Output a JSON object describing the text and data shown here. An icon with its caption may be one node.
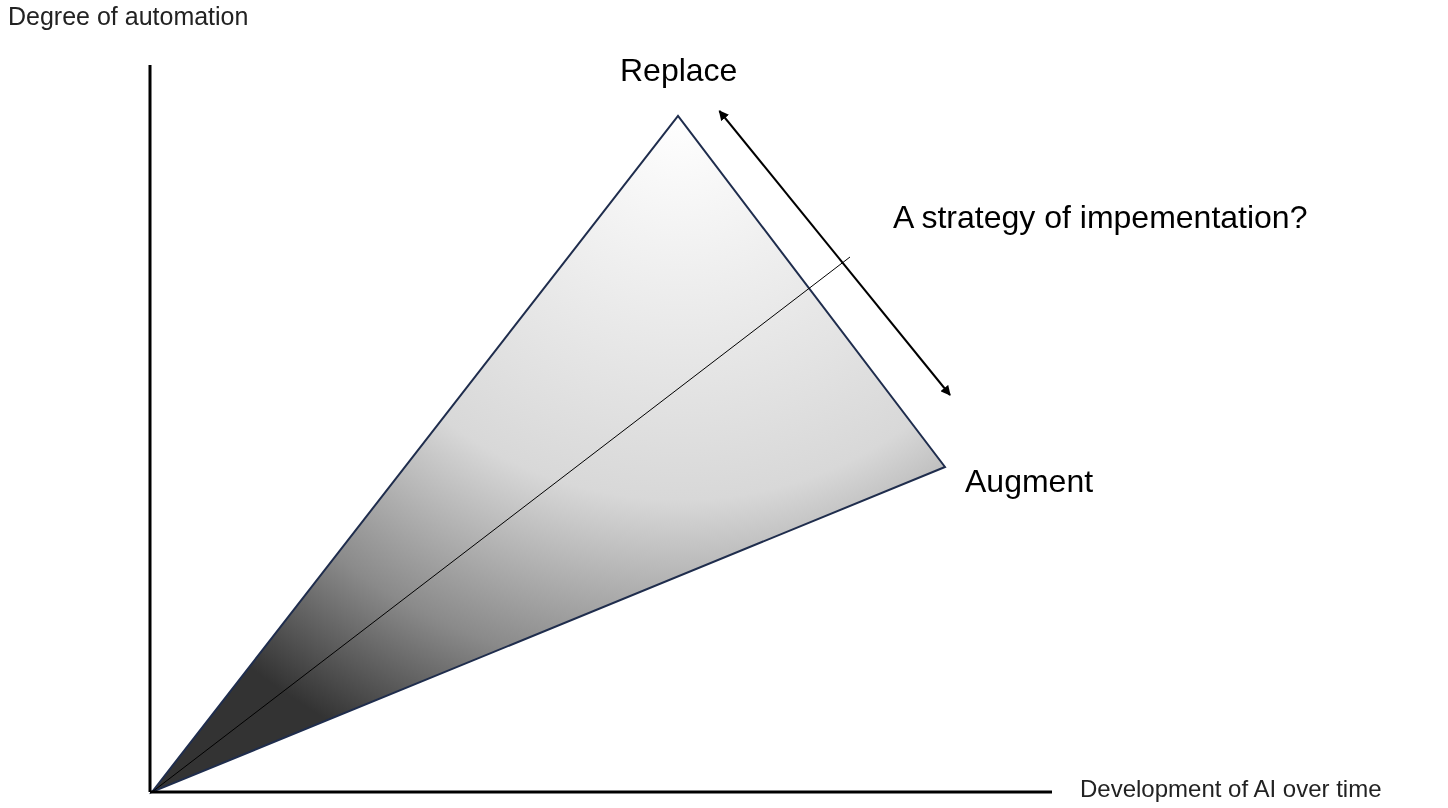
{
  "diagram": {
    "nodes": [
      {
        "text": [
          "Replace"
        ]
      },
      {
        "text": [
          "Augment"
        ]
      }
    ],
    "edges": [
      {
        "from": 0,
        "to": 1,
        "arrow": "both"
      }
    ],
    "labels": [
      "Degree of automation",
      "A strategy of impementation?",
      "Development of AI over time"
    ]
  }
}
